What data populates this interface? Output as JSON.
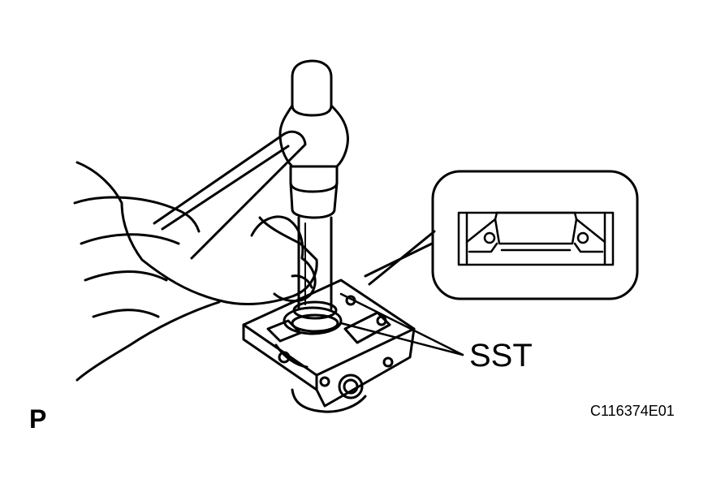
{
  "labels": {
    "sst": "SST",
    "view_letter": "P",
    "figure_code": "C116374E01"
  },
  "colors": {
    "line": "#000000",
    "background": "#ffffff"
  }
}
